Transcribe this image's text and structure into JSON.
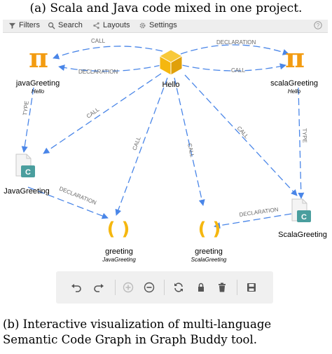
{
  "caption_top": "(a) Scala and Java code mixed in one project.",
  "toolbar": {
    "filters": "Filters",
    "search": "Search",
    "layouts": "Layouts",
    "settings": "Settings"
  },
  "nodes": {
    "java_greeting_method": {
      "label": "javaGreeting",
      "sub": "Hello"
    },
    "hello": {
      "label": "Hello"
    },
    "scala_greeting_method": {
      "label": "scalaGreeting",
      "sub": "Hello"
    },
    "java_greeting_class": {
      "label": "JavaGreeting",
      "badge": "C"
    },
    "scala_greeting_class": {
      "label": "ScalaGreeting",
      "badge": "C"
    },
    "greeting_java": {
      "label": "greeting",
      "sub": "JavaGreeting",
      "glyph": "( )"
    },
    "greeting_scala": {
      "label": "greeting",
      "sub": "ScalaGreeting",
      "glyph": "( )"
    },
    "pi_glyph": "π"
  },
  "edges": {
    "call": "CALL",
    "declaration": "DECLARATION",
    "declaration_right": "DECLARATION",
    "type": "TYPE"
  },
  "colors": {
    "edge": "#4a86e8",
    "pi": "#f39c12",
    "cube": "#f5b70f",
    "badge": "#4a9e9e",
    "paren": "#f5b70f"
  },
  "caption_bottom": "(b) Interactive visualization of multi-language Semantic Code Graph in Graph Buddy tool."
}
